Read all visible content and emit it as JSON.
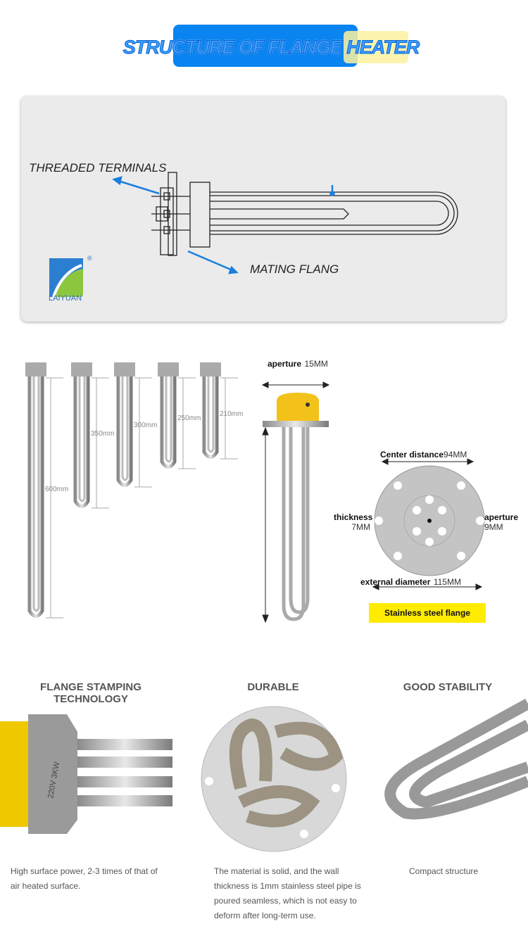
{
  "header": {
    "title": "STRUCTURE OF FLANGE HEATER",
    "accent": "#0a84f0",
    "highlight": "#fbf2a0"
  },
  "diagram": {
    "label_terminals": "THREADED TERMINALS",
    "label_flange": "MATING FLANG",
    "logo_text": "LAIYUAN",
    "logo_mark": "®"
  },
  "sizes": {
    "lengths": [
      "600mm",
      "350mm",
      "300mm",
      "250mm",
      "210mm"
    ]
  },
  "yellow_heater": {
    "aperture_label": "aperture",
    "aperture_value": "15MM",
    "cap_color": "#f2c21a"
  },
  "flange": {
    "center_label": "Center distance",
    "center_value": "94MM",
    "thickness_label": "thickness",
    "thickness_value": "7MM",
    "aperture_label": "aperture",
    "aperture_value": "9MM",
    "diameter_label": "external diameter",
    "diameter_value": "115MM",
    "badge": "Stainless steel flange"
  },
  "features": [
    {
      "title": "FLANGE STAMPING TECHNOLOGY",
      "desc_lines": [
        "High surface power, 2-3 times of that of",
        "air heated surface."
      ],
      "image_text": "220V 3KW"
    },
    {
      "title": "DURABLE",
      "desc_lines": [
        "The material is solid, and the wall",
        "thickness is 1mm stainless steel pipe is",
        "poured seamless, which is not easy to",
        "deform after long-term use."
      ]
    },
    {
      "title": "GOOD STABILITY",
      "desc_lines": [
        "Compact structure"
      ]
    }
  ]
}
